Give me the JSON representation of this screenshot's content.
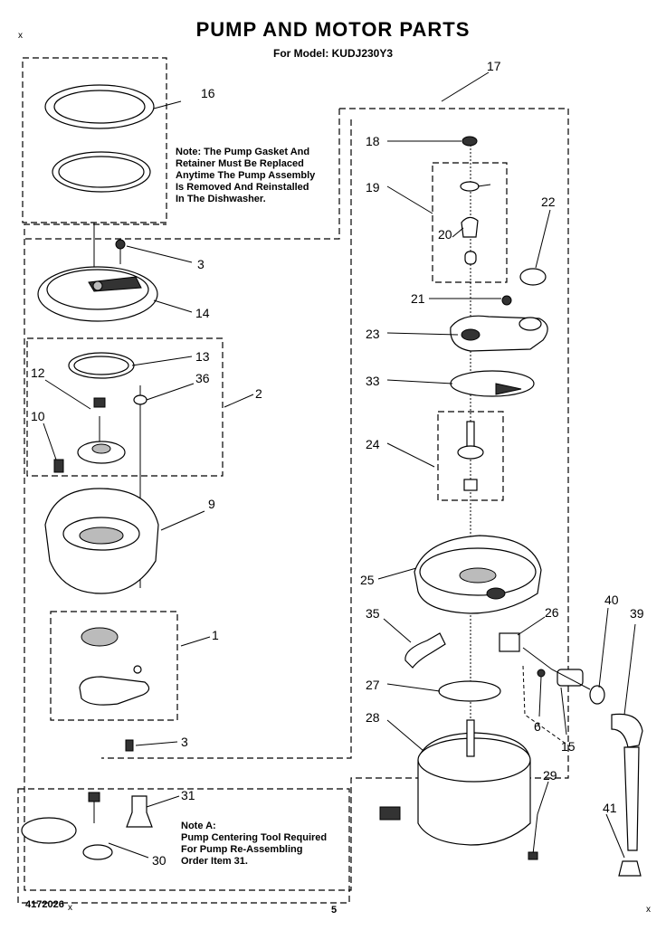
{
  "header": {
    "title": "PUMP AND MOTOR PARTS",
    "subtitle": "For Model: KUDJ230Y3"
  },
  "notes": {
    "gasket": "Note: The Pump Gasket And\nRetainer Must Be Replaced\nAnytime The Pump Assembly\nIs Removed And Reinstalled\nIn The Dishwasher.",
    "note_a": "Note A:\nPump Centering Tool Required\nFor Pump Re-Assembling\nOrder Item 31."
  },
  "callouts": [
    "16",
    "3",
    "14",
    "13",
    "12",
    "36",
    "2",
    "10",
    "9",
    "1",
    "3",
    "31",
    "30",
    "17",
    "18",
    "19",
    "20",
    "22",
    "21",
    "23",
    "33",
    "24",
    "25",
    "35",
    "26",
    "40",
    "39",
    "27",
    "28",
    "6",
    "15",
    "29",
    "41"
  ],
  "footer": {
    "doc_code": "4172026",
    "page_number": "5"
  },
  "corner_marks": [
    "x",
    "x",
    "x"
  ]
}
